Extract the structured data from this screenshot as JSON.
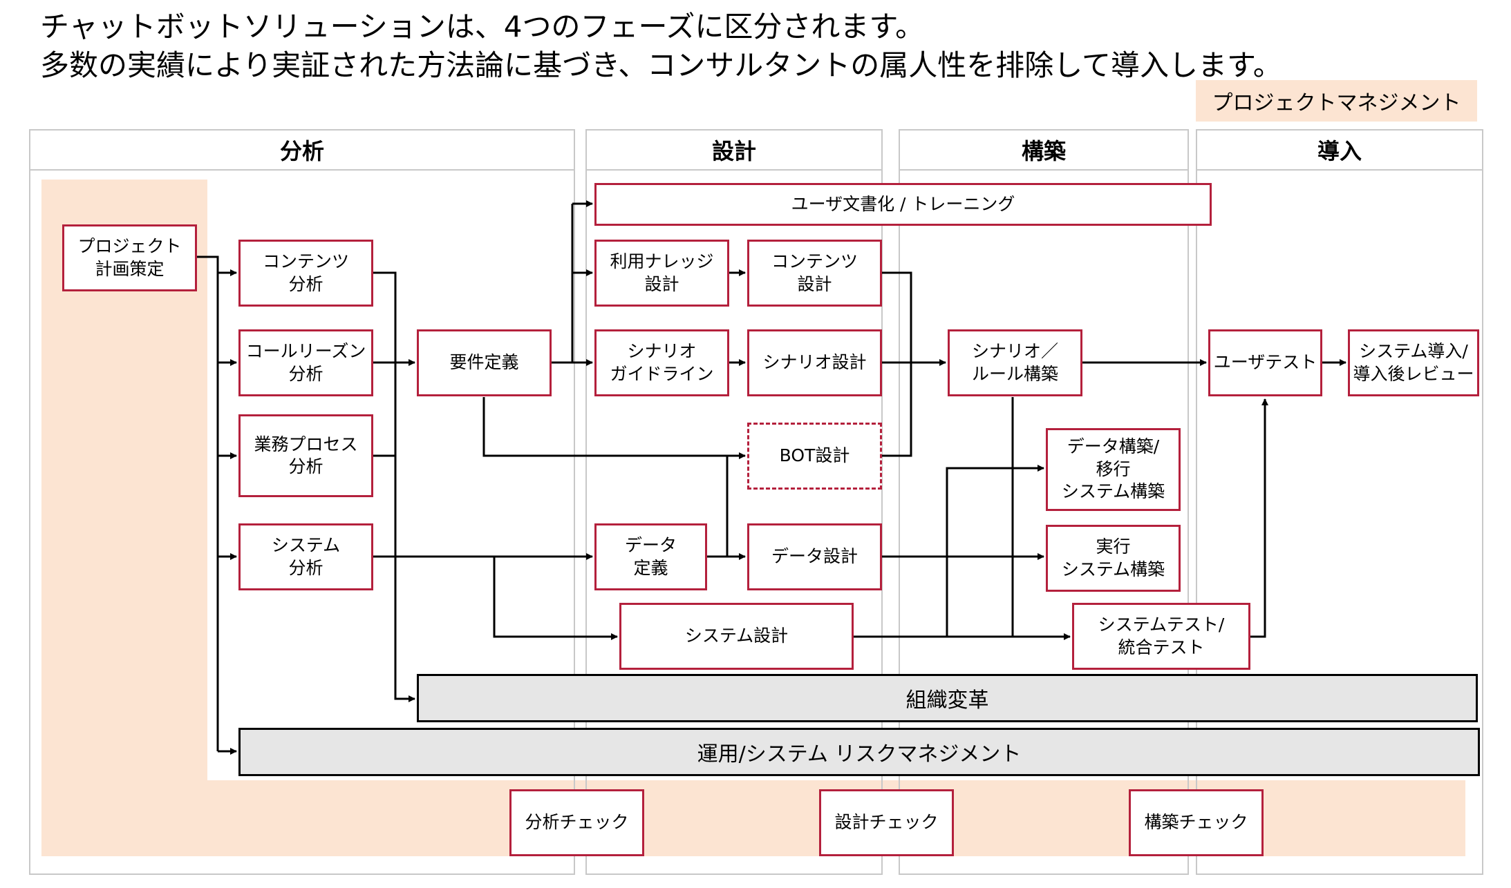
{
  "header": {
    "line1": "チャットボットソリューションは、4つのフェーズに区分されます。",
    "line2": "多数の実績により実証された方法論に基づき、コンサルタントの属人性を排除して導入します。"
  },
  "project_management_label": "プロジェクトマネジメント",
  "phases": [
    "分析",
    "設計",
    "構築",
    "導入"
  ],
  "boxes": {
    "project_plan": "プロジェクト\n計画策定",
    "content_analysis": "コンテンツ\n分析",
    "call_reason_analysis": "コールリーズン\n分析",
    "business_process_analysis": "業務プロセス\n分析",
    "system_analysis": "システム\n分析",
    "requirements": "要件定義",
    "user_doc_training": "ユーザ文書化 / トレーニング",
    "knowledge_design": "利用ナレッジ\n設計",
    "content_design": "コンテンツ\n設計",
    "scenario_guideline": "シナリオ\nガイドライン",
    "scenario_design": "シナリオ設計",
    "bot_design": "BOT設計",
    "data_definition": "データ\n定義",
    "data_design": "データ設計",
    "system_design": "システム設計",
    "scenario_rule_build": "シナリオ／\nルール構築",
    "data_build_migration": "データ構築/\n移行\nシステム構築",
    "execution_system_build": "実行\nシステム構築",
    "system_test": "システムテスト/\n統合テスト",
    "user_test": "ユーザテスト",
    "system_intro_review": "システム導入/\n導入後レビュー"
  },
  "wide_bars": {
    "org_change": "組織変革",
    "ops_risk": "運用/システム リスクマネジメント"
  },
  "checks": [
    "分析チェック",
    "設計チェック",
    "構築チェック"
  ],
  "colors": {
    "accent": "#b4203c",
    "band": "#fce4d2",
    "bar": "#e6e6e6",
    "column_border": "#c8c8c8"
  }
}
